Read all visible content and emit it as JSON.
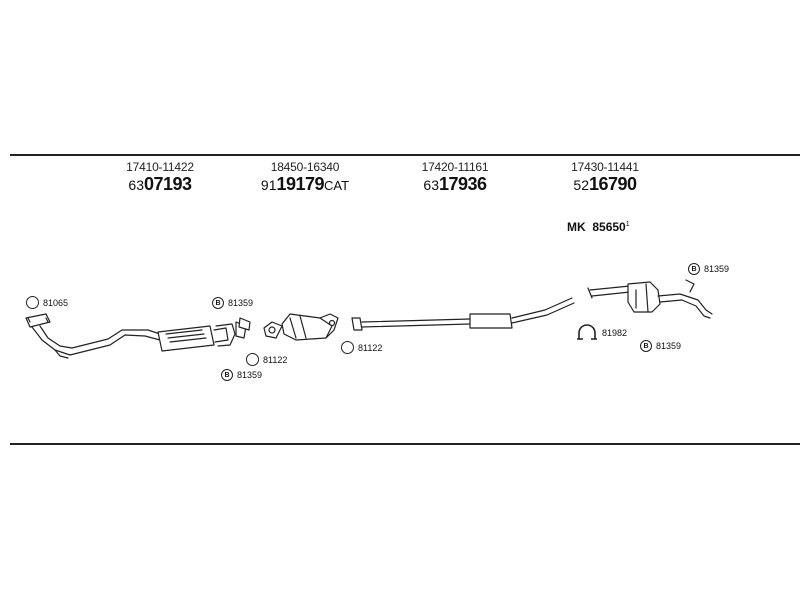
{
  "parts": [
    {
      "oem": "17410-11422",
      "prefix": "63",
      "main": "07193",
      "suffix": ""
    },
    {
      "oem": "18450-16340",
      "prefix": "91",
      "main": "19179",
      "suffix": "CAT"
    },
    {
      "oem": "17420-11161",
      "prefix": "63",
      "main": "17936",
      "suffix": ""
    },
    {
      "oem": "17430-11441",
      "prefix": "52",
      "main": "16790",
      "suffix": ""
    }
  ],
  "mk": {
    "label": "MK",
    "number": "85650",
    "sup": "1"
  },
  "callouts": [
    {
      "code": "81065",
      "icon": "gasket-ring-icon"
    },
    {
      "code": "81359",
      "icon": "bolt-kit-icon"
    },
    {
      "code": "81122",
      "icon": "gasket-ring-icon"
    },
    {
      "code": "81359",
      "icon": "bolt-kit-icon"
    },
    {
      "code": "81122",
      "icon": "gasket-ring-icon"
    },
    {
      "code": "81359",
      "icon": "bolt-kit-icon"
    },
    {
      "code": "81982",
      "icon": "clamp-icon"
    },
    {
      "code": "81359",
      "icon": "bolt-kit-icon"
    }
  ],
  "bolt_symbol": "B"
}
